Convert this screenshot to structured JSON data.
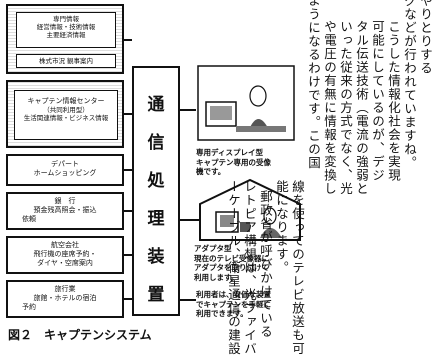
{
  "diagram": {
    "top_box": {
      "line1": "専門情報",
      "line2": "経営情報・技術情報",
      "line3": "主要経済情報",
      "line4": "株式市況 観事案内"
    },
    "center_chars": [
      "通",
      "信",
      "処",
      "理",
      "装",
      "置"
    ],
    "left_boxes": [
      {
        "line1": "キャプテン情報センター",
        "line2": "（共同利用型）",
        "line3": "生活関連情報・ビジネス情報"
      },
      {
        "line1": "デパート",
        "line2": "ホームショッピング"
      },
      {
        "line1": "銀　行",
        "line2": "預金残高照会・振込",
        "line3": "依頼"
      },
      {
        "line1": "航空会社",
        "line2": "飛行機の座席予約・",
        "line3": "ダイヤ・空席案内"
      },
      {
        "line1": "旅行業",
        "line2": "旅館・ホテルの宿泊",
        "line3": "予約"
      }
    ],
    "terminal_labels": [
      {
        "line1": "専用ディスプレイ型",
        "line2": "キャプテン専用の受像",
        "line3": "機です。"
      },
      {
        "line1": "アダプタ型",
        "line2": "現在のテレビ受像器に",
        "line3": "アダプタを取り付けて",
        "line4": "利用します。"
      },
      {
        "line1": "利用者は、安価な装置",
        "line2": "でキャプテンを手軽に",
        "line3": "利用できます。"
      }
    ],
    "caption": "図２　キャプテンシステム"
  },
  "text_columns": [
    "やりとりする",
    "グなどが行われていますね。",
    "こうした情報化社会を実現",
    "可能にしているのが、デジ",
    "タル伝送技術（電流の強弱と",
    "いった従来の方式でなく、光",
    "や電圧の有無に情報を変換し",
    "ようになるわけです。この国",
    "線を使ってのテレビ放送も可",
    "能になります。",
    "郵政省が呼びかけている",
    "レトピア構想は、光ファイバ",
    "ーケーブル、衛星通信の建設"
  ]
}
